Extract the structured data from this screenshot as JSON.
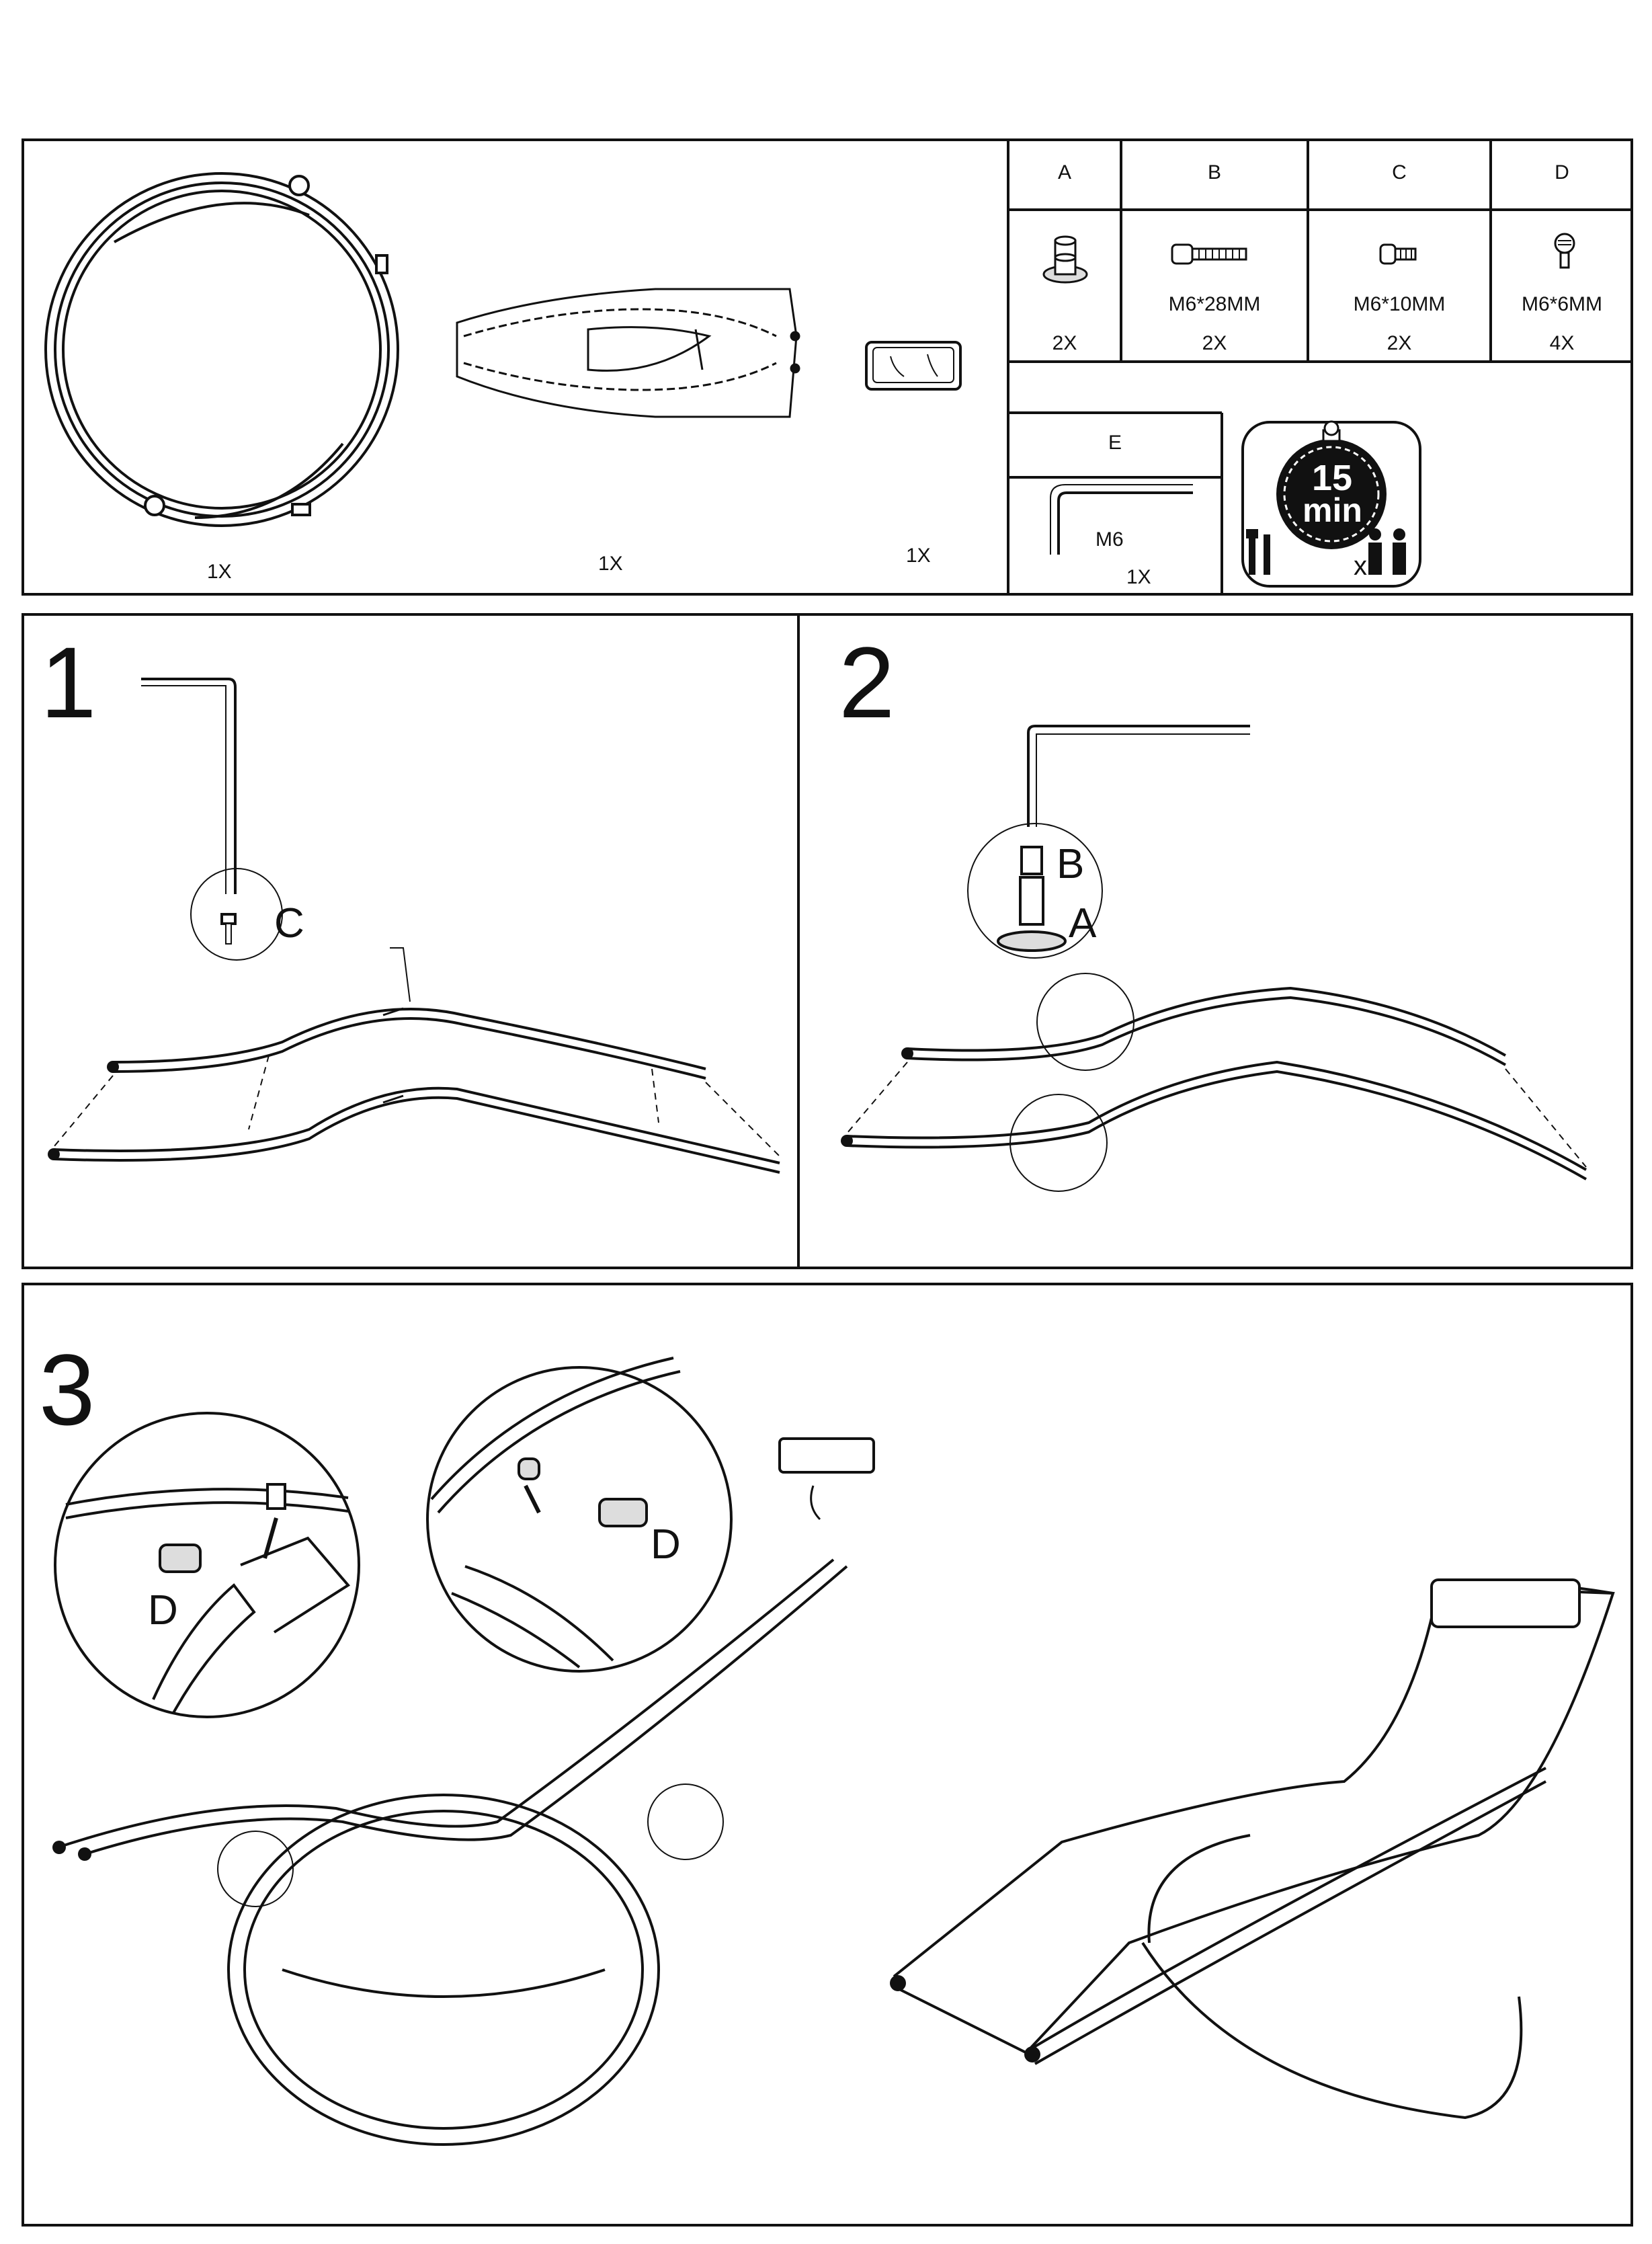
{
  "parts_panel": {
    "items": [
      {
        "name": "rocking-base-frame",
        "qty": "1X"
      },
      {
        "name": "seat-frame-with-fabric",
        "qty": "1X"
      },
      {
        "name": "headrest-pillow",
        "qty": "1X"
      }
    ]
  },
  "hardware_table": {
    "columns": [
      {
        "key": "A",
        "spec": "",
        "qty": "2X"
      },
      {
        "key": "B",
        "spec": "M6*28MM",
        "qty": "2X"
      },
      {
        "key": "C",
        "spec": "M6*10MM",
        "qty": "2X"
      },
      {
        "key": "D",
        "spec": "M6*6MM",
        "qty": "4X"
      }
    ],
    "tool": {
      "key": "E",
      "spec": "M6",
      "qty": "1X"
    }
  },
  "time_badge": {
    "minutes": "15",
    "unit": "min",
    "people_prefix": "x"
  },
  "steps": [
    {
      "number": "1",
      "callouts": [
        "C"
      ]
    },
    {
      "number": "2",
      "callouts": [
        "B",
        "A"
      ]
    },
    {
      "number": "3",
      "callouts": [
        "D",
        "D"
      ]
    }
  ]
}
